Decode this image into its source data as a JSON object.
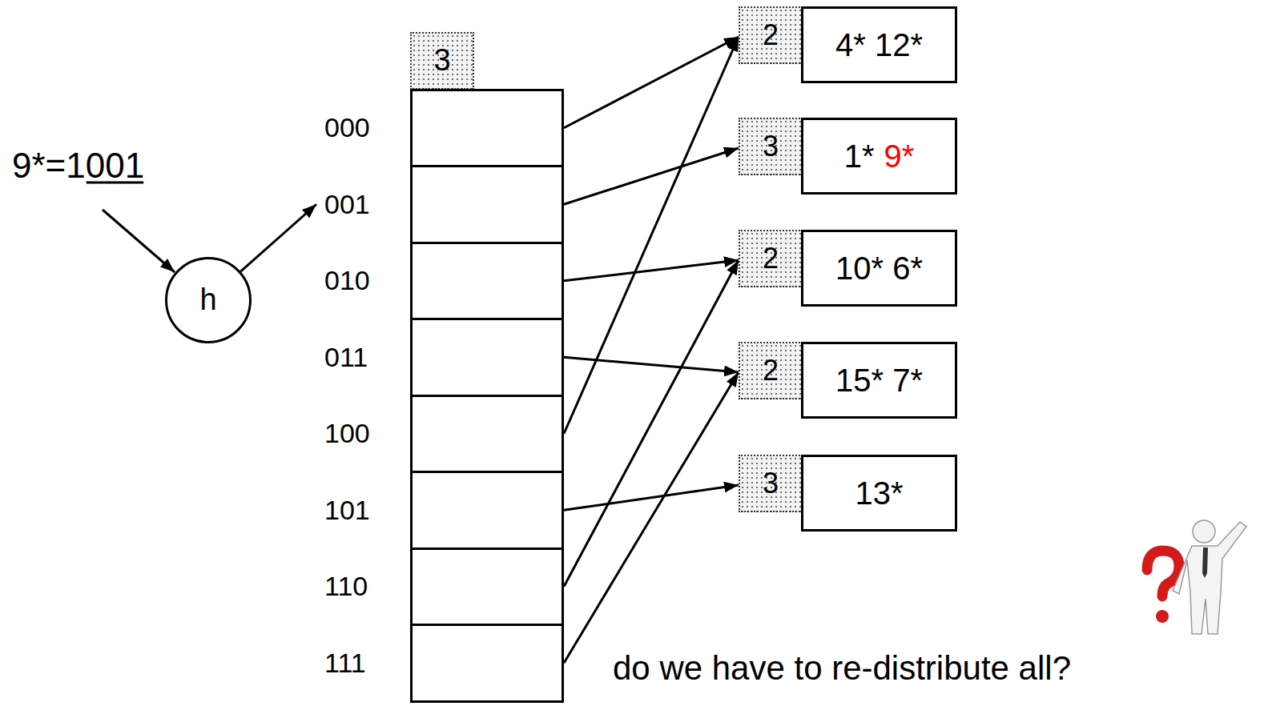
{
  "diagram": {
    "nodes": [
      {
        "text": [
          "3"
        ]
      },
      {
        "text": [
          "000"
        ]
      },
      {
        "text": [
          "001"
        ]
      },
      {
        "text": [
          "010"
        ]
      },
      {
        "text": [
          "011"
        ]
      },
      {
        "text": [
          "100"
        ]
      },
      {
        "text": [
          "101"
        ]
      },
      {
        "text": [
          "110"
        ]
      },
      {
        "text": [
          "111"
        ]
      },
      {
        "text": [
          "h"
        ]
      },
      {
        "text": [
          "2",
          "4* 12*"
        ]
      },
      {
        "text": [
          "3",
          "1*",
          "9*"
        ]
      },
      {
        "text": [
          "2",
          "10* 6*"
        ]
      },
      {
        "text": [
          "2",
          "15* 7*"
        ]
      },
      {
        "text": [
          "3",
          "13*"
        ]
      }
    ],
    "edges": [
      {
        "from": 9,
        "to": 2,
        "arrow": "to"
      },
      {
        "from": 1,
        "to": 10,
        "arrow": "to"
      },
      {
        "from": 2,
        "to": 11,
        "arrow": "to"
      },
      {
        "from": 3,
        "to": 12,
        "arrow": "to"
      },
      {
        "from": 4,
        "to": 13,
        "arrow": "to"
      },
      {
        "from": 5,
        "to": 10,
        "arrow": "to"
      },
      {
        "from": 6,
        "to": 14,
        "arrow": "to"
      },
      {
        "from": 7,
        "to": 12,
        "arrow": "to"
      },
      {
        "from": 8,
        "to": 13,
        "arrow": "to"
      }
    ],
    "labels": [
      "9*=1001",
      "do we have to re-distribute all?"
    ]
  }
}
